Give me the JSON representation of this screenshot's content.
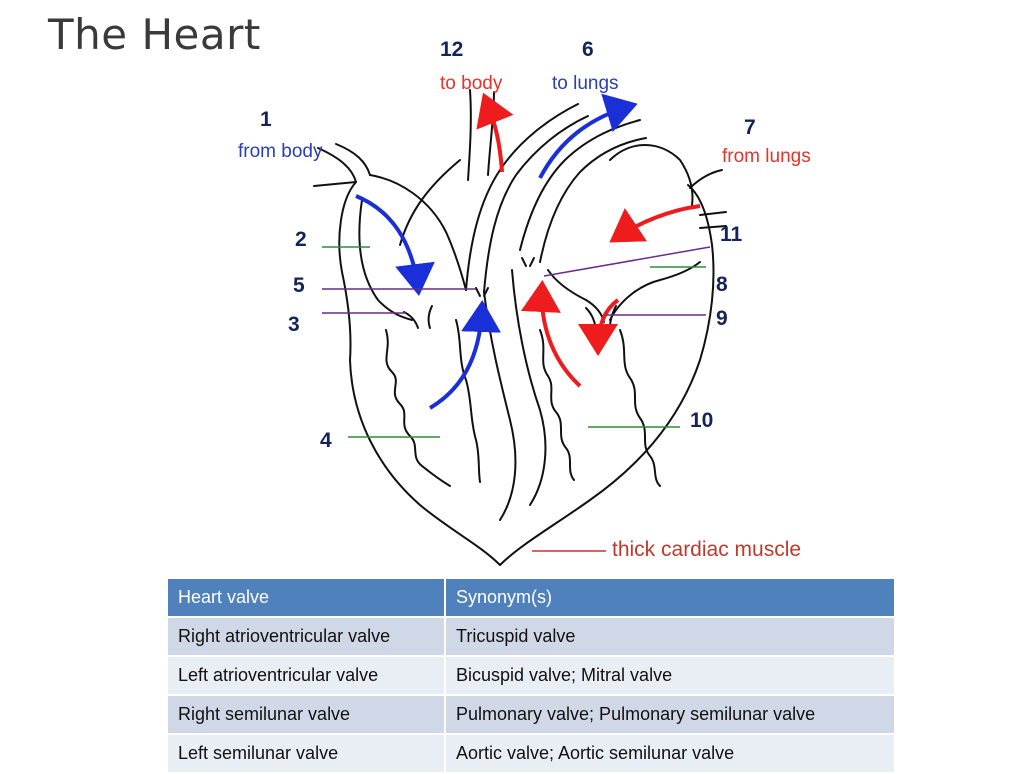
{
  "title": "The Heart",
  "numbers": {
    "n1": "1",
    "n2": "2",
    "n3": "3",
    "n4": "4",
    "n5": "5",
    "n6": "6",
    "n7": "7",
    "n8": "8",
    "n9": "9",
    "n10": "10",
    "n11": "11",
    "n12": "12"
  },
  "flow_labels": {
    "from_body": "from body",
    "to_body": "to body",
    "to_lungs": "to lungs",
    "from_lungs": "from lungs"
  },
  "muscle_label": "thick cardiac muscle",
  "colors": {
    "blue_flow": "#1a2fd8",
    "red_flow": "#ee1c1c",
    "green_leader": "#2e8b3a",
    "purple_leader": "#6a2c8a",
    "table_header": "#4f81bd"
  },
  "table": {
    "headers": [
      "Heart valve",
      "Synonym(s)"
    ],
    "rows": [
      [
        "Right atrioventricular valve",
        "Tricuspid valve"
      ],
      [
        "Left atrioventricular valve",
        "Bicuspid valve; Mitral valve"
      ],
      [
        "Right semilunar valve",
        "Pulmonary valve; Pulmonary semilunar valve"
      ],
      [
        "Left semilunar valve",
        "Aortic valve; Aortic semilunar valve"
      ]
    ]
  }
}
